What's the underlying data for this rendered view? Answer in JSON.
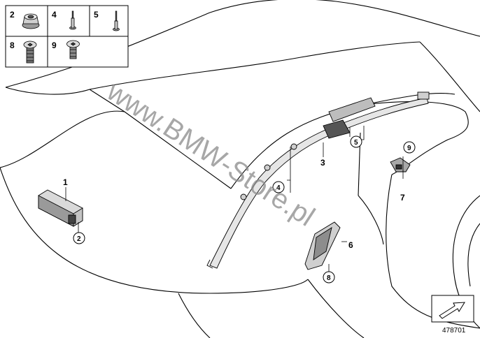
{
  "watermark": "www.BMW-Store.pl",
  "reference_number": "478701",
  "legend": {
    "cells": [
      {
        "label": "2",
        "icon": "nut-with-flange-icon"
      },
      {
        "label": "4",
        "icon": "rivet-icon"
      },
      {
        "label": "5",
        "icon": "rivet-icon"
      },
      {
        "label": "8",
        "icon": "hex-socket-screw-icon"
      },
      {
        "label": "9",
        "icon": "hex-socket-screw-icon"
      }
    ]
  },
  "callouts": {
    "c1": "1",
    "c2": "2",
    "c3": "3",
    "c4": "4",
    "c5": "5",
    "c6": "6",
    "c7": "7",
    "c8": "8",
    "c9": "9"
  },
  "nav_icon": "arrow-box-icon"
}
